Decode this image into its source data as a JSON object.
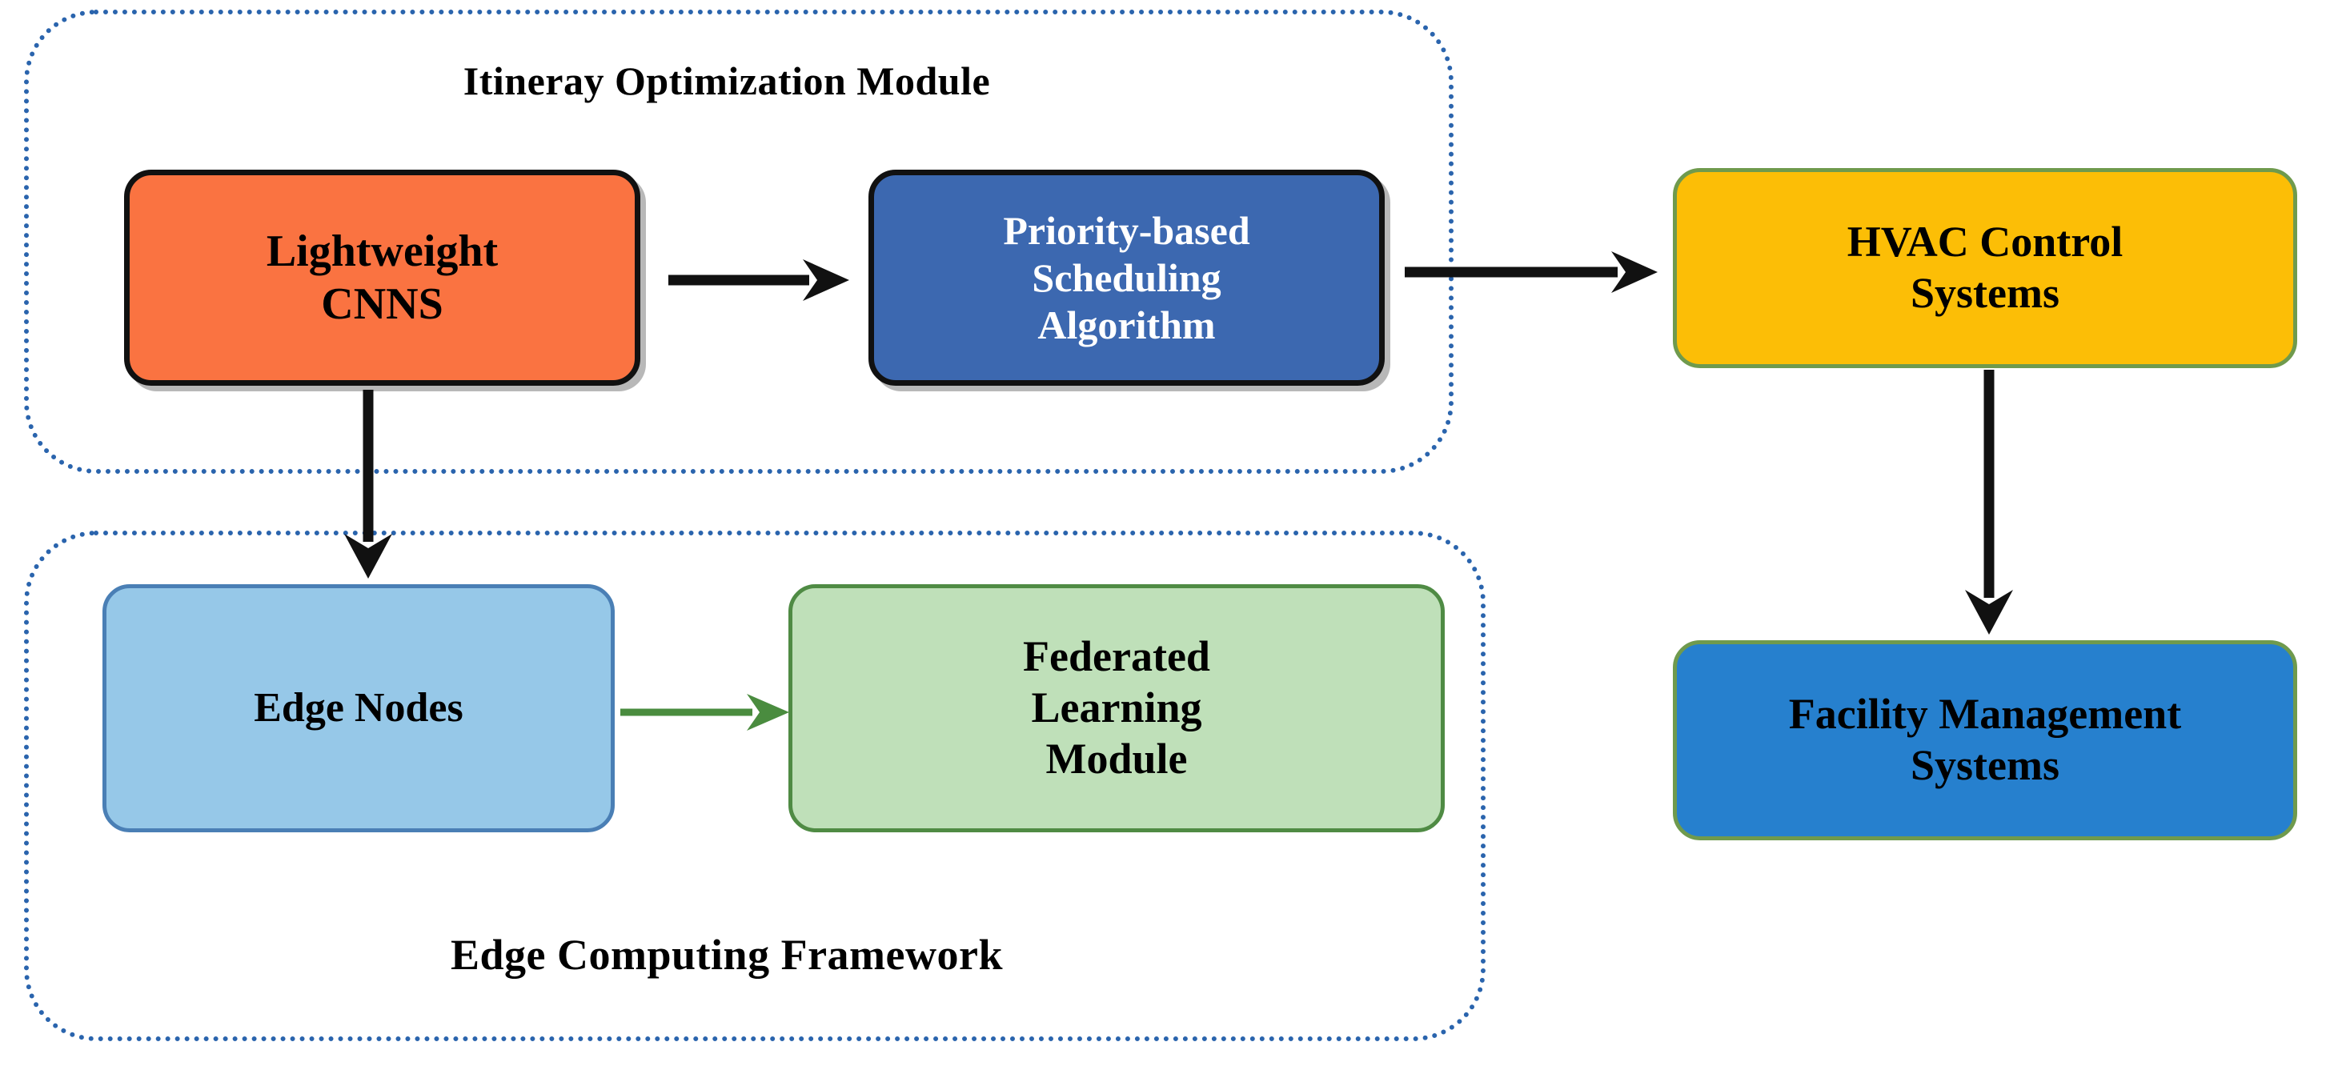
{
  "diagram": {
    "title_visible": false,
    "groups": [
      {
        "id": "itinerary",
        "caption": "Itineray Optimization Module",
        "border_style": "dotted",
        "border_color": "#2a64ad",
        "caption_position": "top"
      },
      {
        "id": "edge",
        "caption": "Edge Computing Framework",
        "border_style": "dotted",
        "border_color": "#2a64ad",
        "caption_position": "bottom"
      }
    ],
    "nodes": [
      {
        "id": "lightweight-cnns",
        "label": "Lightweight\nCNNS",
        "fill": "#fa7341",
        "border": "#111111",
        "text_color": "#000000",
        "group": "itinerary"
      },
      {
        "id": "priority-scheduling",
        "label": "Priority-based\nScheduling\nAlgorithm",
        "fill": "#3c68b0",
        "border": "#111111",
        "text_color": "#ffffff",
        "group": "itinerary"
      },
      {
        "id": "edge-nodes",
        "label": "Edge Nodes",
        "fill": "#96c8e8",
        "border": "#4a7fb5",
        "text_color": "#000000",
        "group": "edge"
      },
      {
        "id": "federated-learning",
        "label": "Federated\nLearning\nModule",
        "fill": "#bfe0b9",
        "border": "#4f8b44",
        "text_color": "#000000",
        "group": "edge"
      },
      {
        "id": "hvac-control",
        "label": "HVAC Control\nSystems",
        "fill": "#fcbe06",
        "border": "#6f9a4d",
        "text_color": "#000000",
        "group": null
      },
      {
        "id": "facility-management",
        "label": "Facility Management\nSystems",
        "fill": "#2680ce",
        "border": "#6f9a4d",
        "text_color": "#000000",
        "group": null
      }
    ],
    "arrows": [
      {
        "id": "cnn-to-scheduler",
        "from": "lightweight-cnns",
        "to": "priority-scheduling",
        "color": "#111111",
        "direction": "right"
      },
      {
        "id": "scheduler-to-hvac",
        "from": "priority-scheduling",
        "to": "hvac-control",
        "color": "#111111",
        "direction": "right"
      },
      {
        "id": "cnn-to-edge",
        "from": "lightweight-cnns",
        "to": "edge-nodes",
        "color": "#111111",
        "direction": "down"
      },
      {
        "id": "edge-to-federated",
        "from": "edge-nodes",
        "to": "federated-learning",
        "color": "#4a8c3f",
        "direction": "right"
      },
      {
        "id": "hvac-to-facility",
        "from": "hvac-control",
        "to": "facility-management",
        "color": "#111111",
        "direction": "down"
      }
    ]
  }
}
